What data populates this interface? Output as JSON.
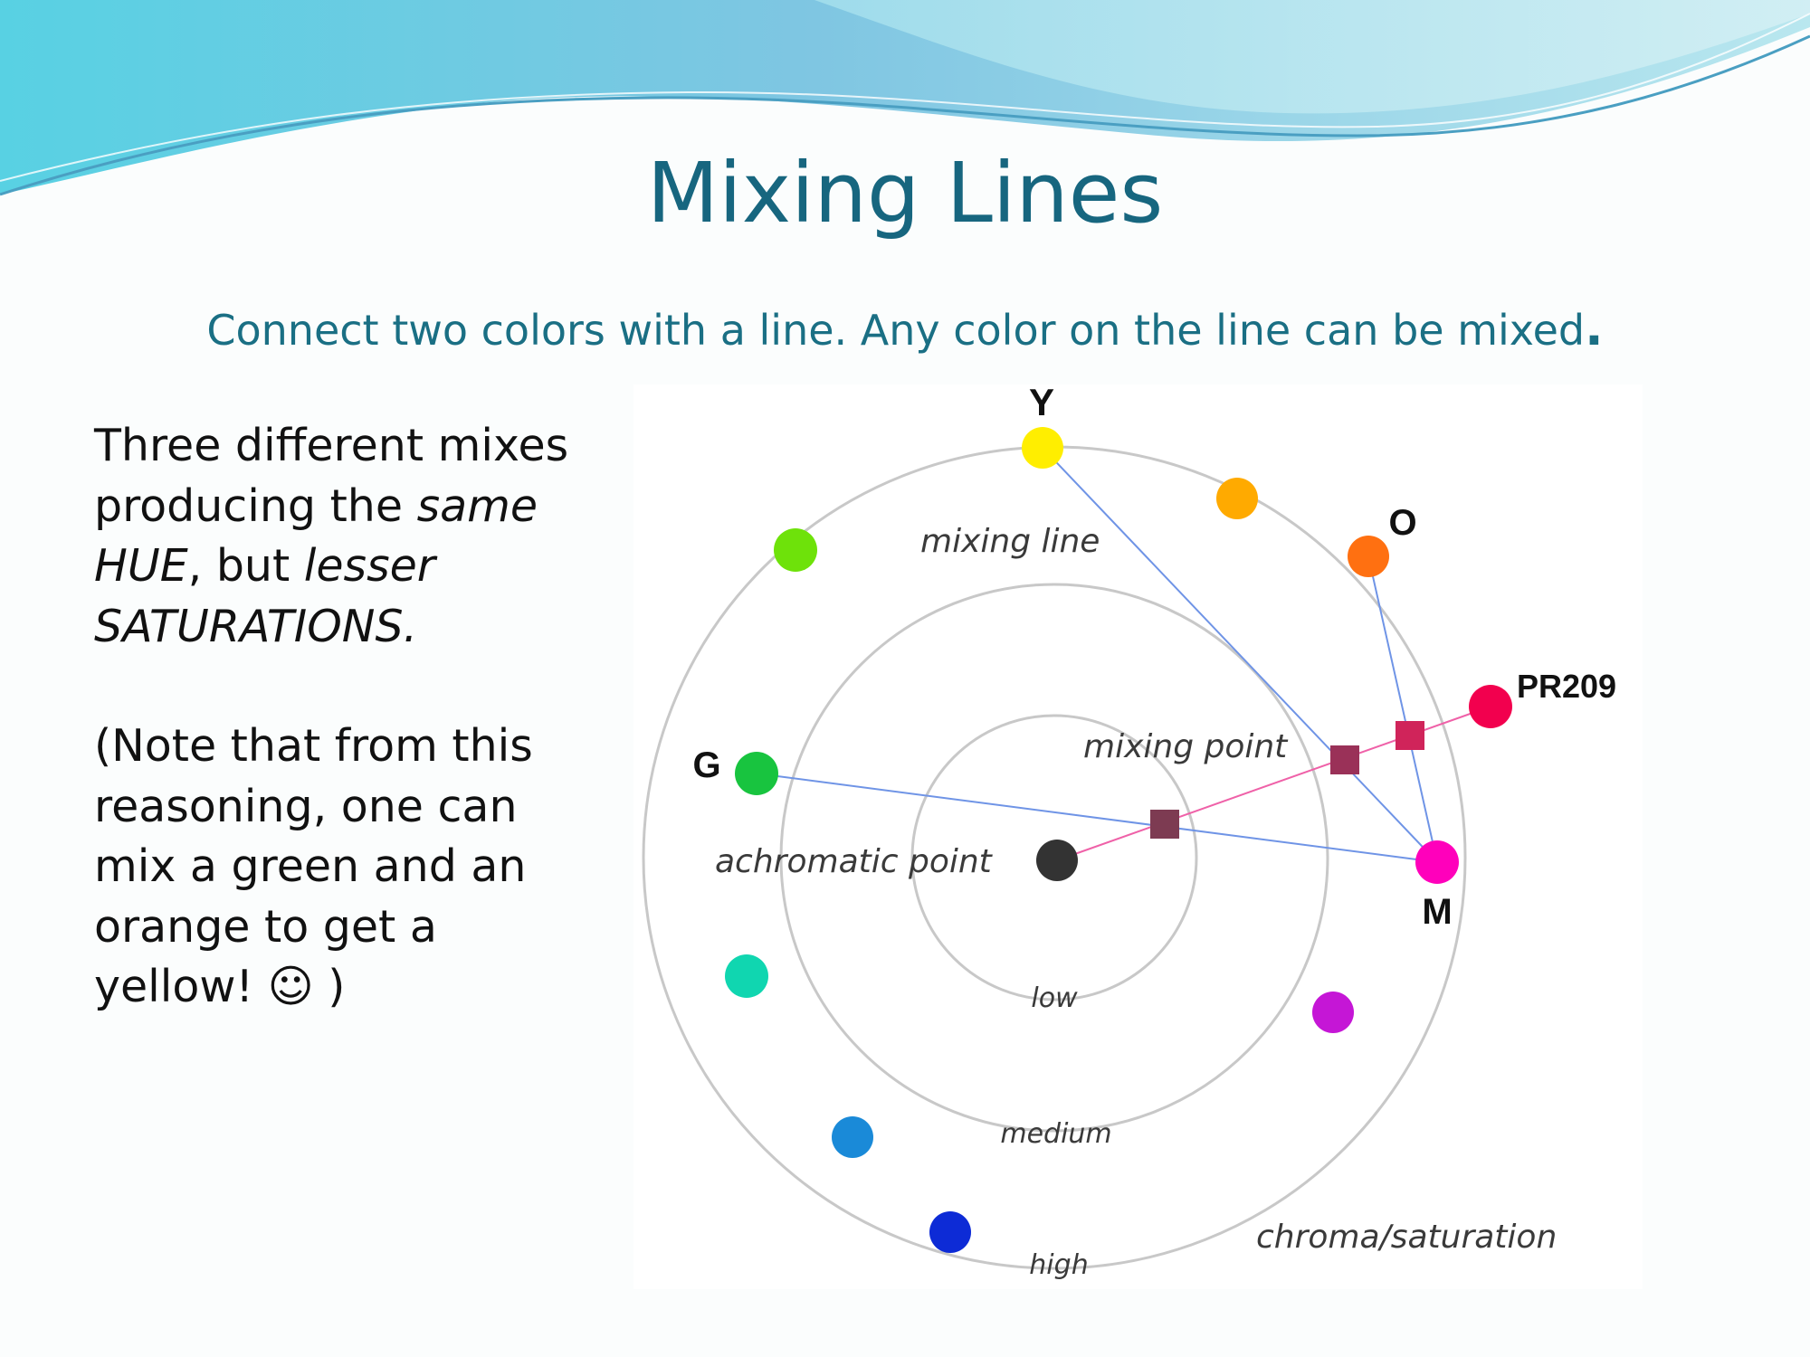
{
  "slide": {
    "title": "Mixing Lines",
    "subtitle": "Connect two colors with a line. Any color on the line can be mixed",
    "subtitle_end": ".",
    "body": {
      "line1": "Three different mixes",
      "line2_a": "producing the ",
      "line2_b": "same",
      "line3_a": "HUE",
      "line3_b": ", but ",
      "line3_c": "lesser",
      "line4": "SATURATIONS.",
      "note1": "(Note that from this",
      "note2": "reasoning, one can",
      "note3": "mix a green and an",
      "note4": "orange to get a",
      "note5": "yellow!  ☺ )"
    }
  },
  "diagram": {
    "labels": {
      "mixing_line": "mixing line",
      "mixing_point": "mixing point",
      "achromatic_point": "achromatic point",
      "chroma_saturation": "chroma/saturation",
      "ring_low": "low",
      "ring_medium": "medium",
      "ring_high": "high"
    },
    "hue_labels": {
      "Y": "Y",
      "O": "O",
      "PR209": "PR209",
      "G": "G",
      "M": "M"
    },
    "colors": {
      "yellow": "#ffee00",
      "yellow_orange": "#ffaa00",
      "orange": "#ff7011",
      "pr209": "#f2004e",
      "magenta": "#ff00bb",
      "purple": "#c516d6",
      "blue": "#0d2bd6",
      "sky_blue": "#1a8ad8",
      "teal": "#10d6b0",
      "green": "#18c43f",
      "yellow_green": "#6ee20a",
      "achromatic": "#333333",
      "mixing_point": "#7d3b52",
      "mixing_line_blue": "#6f94e6",
      "mixing_line_pink": "#ef61a8"
    }
  }
}
